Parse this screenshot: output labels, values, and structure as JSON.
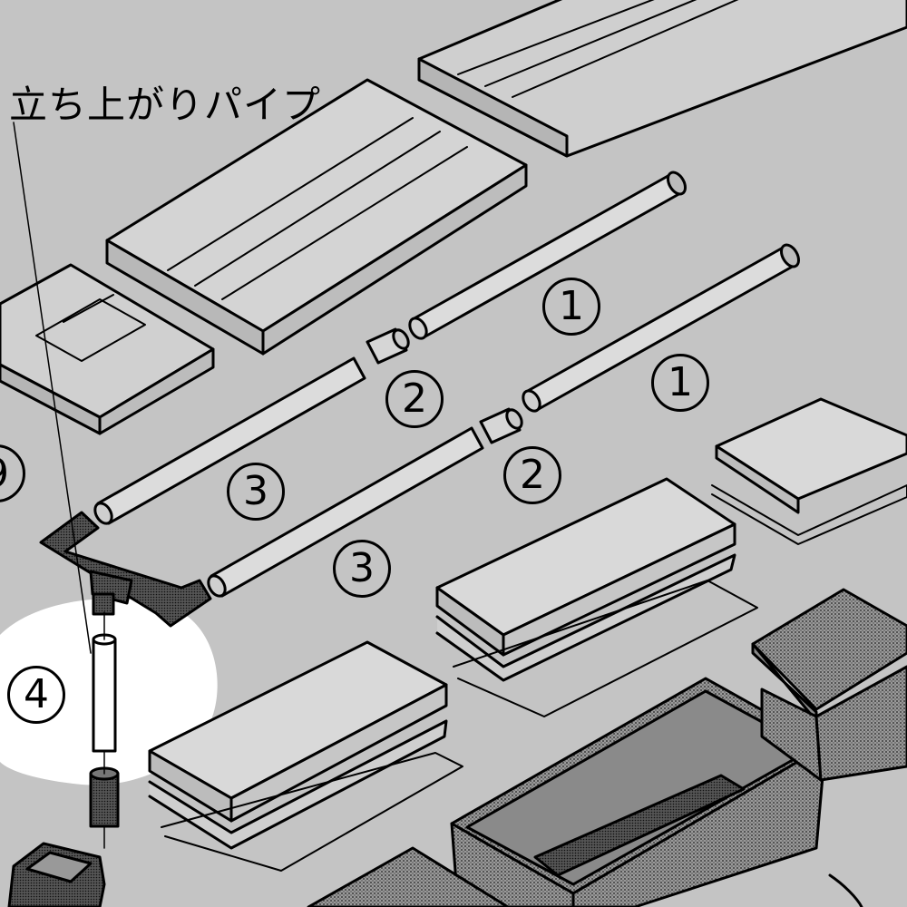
{
  "diagram": {
    "title": "立ち上がりパイプ",
    "labels": {
      "pipe_long_upper": "1",
      "pipe_long_lower": "1",
      "joint_upper": "2",
      "joint_lower": "2",
      "pipe_mid_upper": "3",
      "pipe_mid_lower": "3",
      "riser_pipe": "4",
      "edge_partial": "9"
    }
  }
}
